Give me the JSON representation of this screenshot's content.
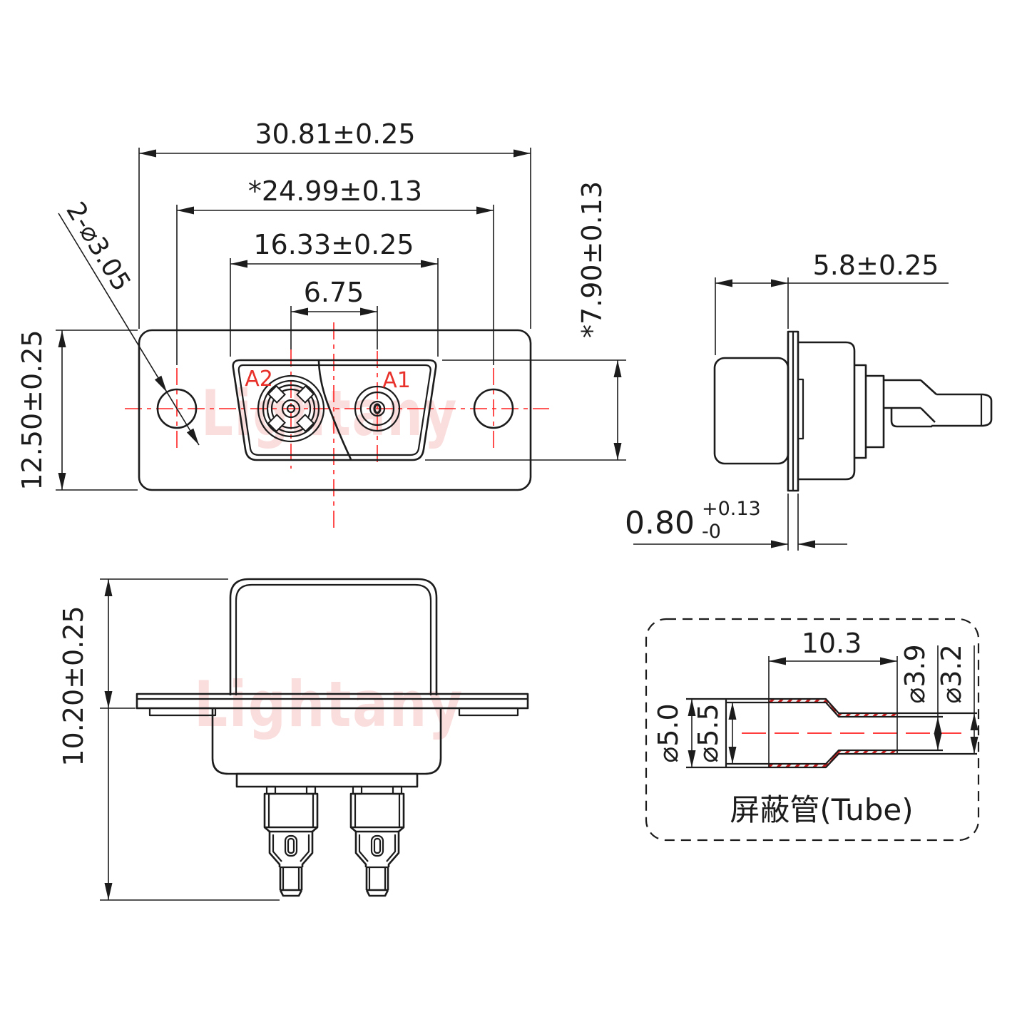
{
  "drawing": {
    "type": "connector-technical-drawing",
    "watermark": {
      "text": "Lightany",
      "color": "rgba(232,90,90,0.20)"
    },
    "colors": {
      "line": "#1c1c1c",
      "centerline_red": "#ff2222",
      "label_red": "#e8312a",
      "hatch_red": "#cf1b1b",
      "background": "#ffffff"
    },
    "front_view": {
      "dims": {
        "outer_width": "30.81±0.25",
        "hole_pitch": "*24.99±0.13",
        "shell_width": "16.33±0.25",
        "contact_pitch": "6.75",
        "body_height": "12.50±0.25",
        "mount_holes": "2-⌀3.05",
        "shell_height": "*7.90±0.13"
      },
      "contacts": {
        "a2": "A2",
        "a1": "A1"
      }
    },
    "side_view": {
      "dims": {
        "body_depth": "5.8±0.25",
        "flange_thickness": "0.80",
        "flange_tol_plus": "+0.13",
        "flange_tol_minus": "-0"
      }
    },
    "rear_view": {
      "dims": {
        "shell_depth": "10.20±0.25"
      }
    },
    "tube_detail": {
      "label": "屏蔽管(Tube)",
      "dims": {
        "length": "10.3",
        "neck_dia_1": "⌀3.9",
        "neck_dia_2": "⌀3.2",
        "body_dia_1": "⌀5.0",
        "body_dia_2": "⌀5.5"
      }
    }
  }
}
